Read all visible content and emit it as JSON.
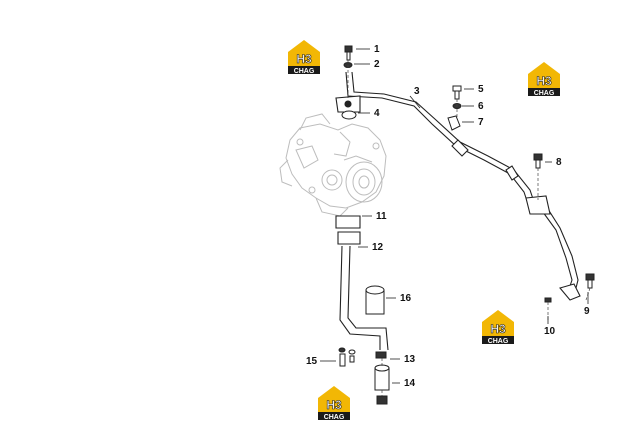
{
  "logo": {
    "mark": "H3",
    "caption": "CHAG"
  },
  "callouts": [
    "1",
    "2",
    "3",
    "4",
    "5",
    "6",
    "7",
    "8",
    "9",
    "10",
    "11",
    "12",
    "13",
    "14",
    "15",
    "16"
  ],
  "colors": {
    "logo_yellow": "#f2b705",
    "logo_dark": "#1a1a1a",
    "line": "#222222",
    "ghost": "#bdbdbd"
  }
}
